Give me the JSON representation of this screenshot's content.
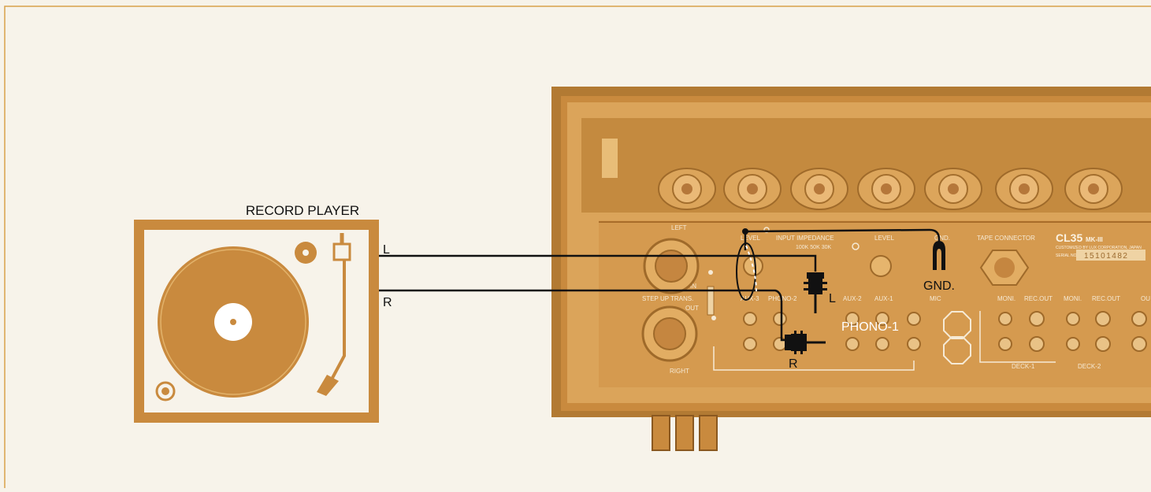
{
  "colors": {
    "background": "#f7f3ea",
    "frame_border": "#d9a24a",
    "accent": "#c98a3e",
    "accent_light": "#e2b26a",
    "accent_dark": "#a86d2a",
    "wire": "#111111"
  },
  "record_player": {
    "title": "RECORD PLAYER",
    "left_label": "L",
    "right_label": "R"
  },
  "amplifier": {
    "model": "CL35",
    "model_suffix": "MK-III",
    "maker_line": "CUSTOMIZED BY LUX CORPORATION, JAPAN",
    "serial_label": "SERIAL NO.",
    "serial_number": "15101482",
    "panel_labels": {
      "left": "LEFT",
      "right": "RIGHT",
      "level": "LEVEL",
      "input_impedance": "INPUT IMPEDANCE",
      "impedance_values": "100K 50K 30K",
      "level_2": "LEVEL",
      "gnd_top": "GND.",
      "tape_connector": "TAPE CONNECTOR",
      "step_up_trans": "STEP UP TRANS.",
      "in": "IN",
      "out": "OUT",
      "aux_3": "AUX-3",
      "phono_2": "PHONO-2",
      "aux_2": "AUX-2",
      "aux_1": "AUX-1",
      "mic": "MIC",
      "moni_1": "MONI.",
      "rec_out_1": "REC.OUT",
      "moni_2": "MONI.",
      "rec_out_2": "REC.OUT",
      "out_cut": "OU",
      "deck_1": "DECK-1",
      "deck_2": "DECK-2"
    }
  },
  "connections": {
    "gnd_label": "GND.",
    "plug_l_label": "L",
    "plug_r_label": "R",
    "phono_label": "PHONO-1"
  }
}
